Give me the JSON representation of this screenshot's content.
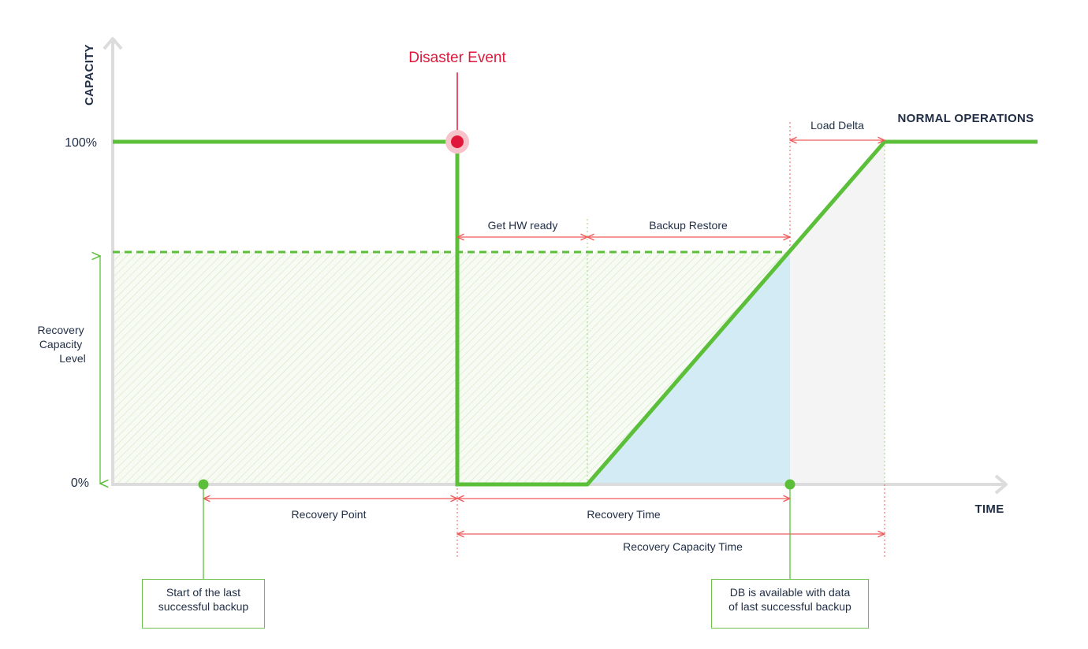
{
  "axes": {
    "x_title": "TIME",
    "y_title": "CAPACITY",
    "y_ticks": [
      "100%",
      "0%"
    ]
  },
  "event": {
    "label": "Disaster Event"
  },
  "status": {
    "normal": "NORMAL OPERATIONS"
  },
  "spans": {
    "get_hw_ready": "Get HW ready",
    "backup_restore": "Backup Restore",
    "load_delta": "Load Delta",
    "recovery_point": "Recovery Point",
    "recovery_time": "Recovery Time",
    "recovery_capacity_time": "Recovery Capacity Time"
  },
  "recovery_level": {
    "lines": [
      "Recovery",
      "Capacity",
      "Level"
    ]
  },
  "notes": {
    "backup_start": {
      "lines": [
        "Start of the last",
        "successful backup"
      ]
    },
    "db_available": {
      "lines": [
        "DB is available with data",
        "of last successful backup"
      ]
    }
  },
  "colors": {
    "capacity_line": "#5cbf3a",
    "event": "#e0173a",
    "annotation": "#f05a5a",
    "text": "#1f2d45",
    "axis": "#dcdcdc",
    "restore_fill": "#d3ebf5",
    "load_fill": "#f4f4f4"
  }
}
